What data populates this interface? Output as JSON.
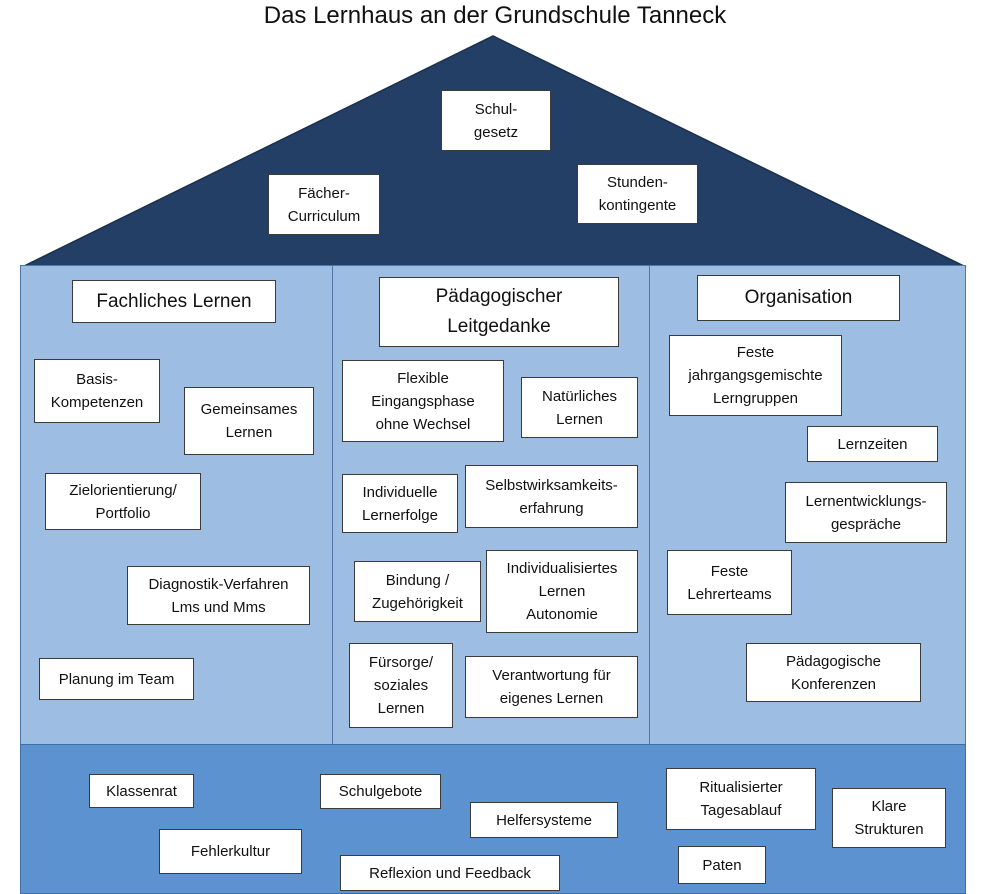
{
  "title": "Das Lernhaus an der Grundschule Tanneck",
  "colors": {
    "roof": "#243f66",
    "pillars": "#9dbde2",
    "foundation": "#5b92cf"
  },
  "roof": {
    "items": [
      "Schul-\ngesetz",
      "Fächer-\nCurriculum",
      "Stunden-\nkontingente"
    ]
  },
  "pillars": [
    {
      "heading": "Fachliches Lernen",
      "items": [
        "Basis-\nKompetenzen",
        "Gemeinsames\nLernen",
        "Zielorientierung/\nPortfolio",
        "Diagnostik-Verfahren\nLms und Mms",
        "Planung im Team"
      ]
    },
    {
      "heading": "Pädagogischer\nLeitgedanke",
      "items": [
        "Flexible\nEingangsphase\nohne Wechsel",
        "Natürliches\nLernen",
        "Individuelle\nLernerfolge",
        "Selbstwirksamkeits-\nerfahrung",
        "Bindung /\nZugehörigkeit",
        "Individualisiertes\nLernen\nAutonomie",
        "Fürsorge/\nsoziales\nLernen",
        "Verantwortung für\neigenes Lernen"
      ]
    },
    {
      "heading": "Organisation",
      "items": [
        "Feste\njahrgangsgemischte\nLerngruppen",
        "Lernzeiten",
        "Lernentwicklungs-\ngespräche",
        "Feste\nLehrerteams",
        "Pädagogische\nKonferenzen"
      ]
    }
  ],
  "foundation": {
    "items": [
      "Klassenrat",
      "Schulgebote",
      "Ritualisierter\nTagesablauf",
      "Klare\nStrukturen",
      "Fehlerkultur",
      "Helfersysteme",
      "Paten",
      "Reflexion und Feedback"
    ]
  }
}
